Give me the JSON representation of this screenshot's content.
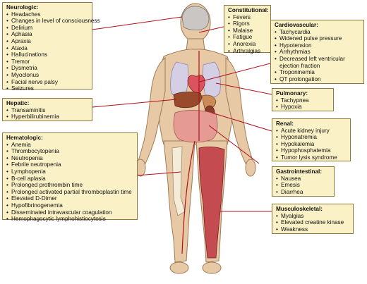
{
  "panels": {
    "neurologic": {
      "title": "Neurologic:",
      "items": [
        "Headaches",
        "Changes in level of consciousness",
        "Delirium",
        "Aphasia",
        "Apraxia",
        "Ataxia",
        "Hallucinations",
        "Tremor",
        "Dysmetria",
        "Myoclonus",
        "Facial nerve palsy",
        "Seizures"
      ]
    },
    "constitutional": {
      "title": "Constitutional:",
      "items": [
        "Fevers",
        "Rigors",
        "Malaise",
        "Fatigue",
        "Anorexia",
        "Arthralgias"
      ]
    },
    "cardiovascular": {
      "title": "Cardiovascular:",
      "items": [
        "Tachycardia",
        "Widened pulse pressure",
        "Hypotension",
        "Arrhythmias",
        "Decreased left ventricular",
        "Troponinemia",
        "QT prolongation"
      ],
      "continuation": "ejection fraction"
    },
    "pulmonary": {
      "title": "Pulmonary:",
      "items": [
        "Tachypnea",
        "Hypoxia"
      ]
    },
    "hepatic": {
      "title": "Hepatic:",
      "items": [
        "Transaminitis",
        "Hyperbilirubinemia"
      ]
    },
    "renal": {
      "title": "Renal:",
      "items": [
        "Acute kidney injury",
        "Hyponatremia",
        "Hypokalemia",
        "Hypophosphatemia",
        "Tumor lysis syndrome"
      ]
    },
    "hematologic": {
      "title": "Hematologic:",
      "items": [
        "Anemia",
        "Thrombocytopenia",
        "Neutropenia",
        "Febrile neutropenia",
        "Lymphopenia",
        "B-cell aplasia",
        "Prolonged prothrombin time",
        "Prolonged activated partial thromboplastin time",
        "Elevated D-Dimer",
        "Hypofibrinogenemia",
        "Disseminated intravascular coagulation",
        "Hemophagocytic lymphohistiocytosis"
      ]
    },
    "gastrointestinal": {
      "title": "Gastrointestinal:",
      "items": [
        "Nausea",
        "Emesis",
        "Diarrhea"
      ]
    },
    "musculoskeletal": {
      "title": "Musculoskeletal:",
      "items": [
        "Myalgias",
        "Elevated creatine kinase",
        "Weakness"
      ]
    }
  },
  "colors": {
    "panel_fill": "#fbf1c6",
    "panel_border": "#8c7a3c",
    "skin": "#e8c9a6",
    "skin_outline": "#a07a55",
    "leader": "#b0101a"
  }
}
